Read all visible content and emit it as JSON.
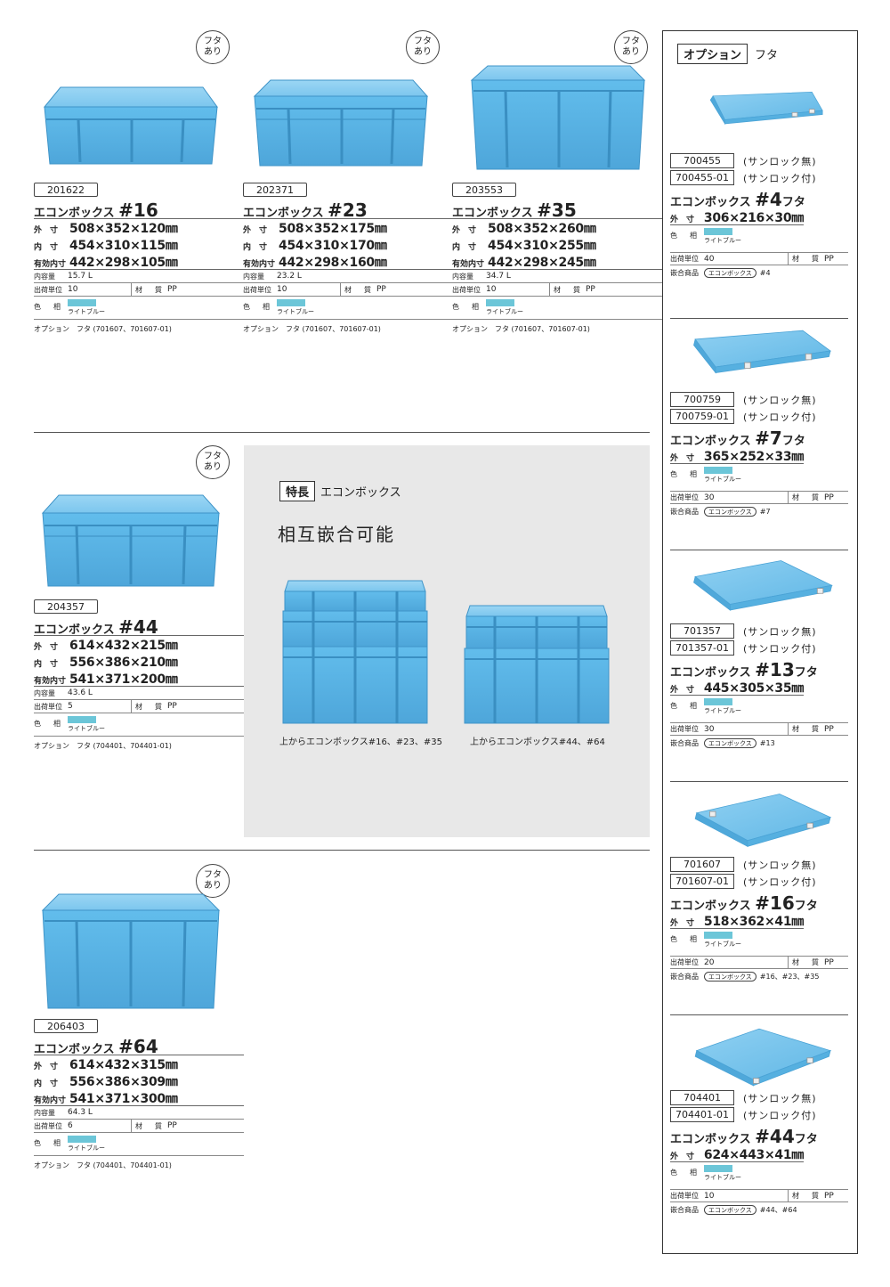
{
  "badge_text": [
    "フタ",
    "あり"
  ],
  "labels": {
    "outer": "外　寸",
    "inner": "内　寸",
    "effective": "有効内寸",
    "capacity": "内容量",
    "shipping": "出荷単位",
    "material": "材　質",
    "color": "色　相",
    "option": "オプション",
    "compat": "嵌合商品",
    "compat_pill": "エコンボックス"
  },
  "color_name": "ライトブルー",
  "accent_color": "#6cc6d8",
  "box_color": "#5ab4e6",
  "products": [
    {
      "code": "201622",
      "name_prefix": "エコンボックス",
      "name_num": "#16",
      "outer": "508×352×120㎜",
      "inner": "454×310×115㎜",
      "effective": "442×298×105㎜",
      "capacity": "15.7 L",
      "shipping": "10",
      "material": "PP",
      "option": "フタ (701607、701607-01)"
    },
    {
      "code": "202371",
      "name_prefix": "エコンボックス",
      "name_num": "#23",
      "outer": "508×352×175㎜",
      "inner": "454×310×170㎜",
      "effective": "442×298×160㎜",
      "capacity": "23.2 L",
      "shipping": "10",
      "material": "PP",
      "option": "フタ (701607、701607-01)"
    },
    {
      "code": "203553",
      "name_prefix": "エコンボックス",
      "name_num": "#35",
      "outer": "508×352×260㎜",
      "inner": "454×310×255㎜",
      "effective": "442×298×245㎜",
      "capacity": "34.7 L",
      "shipping": "10",
      "material": "PP",
      "option": "フタ (701607、701607-01)"
    },
    {
      "code": "204357",
      "name_prefix": "エコンボックス",
      "name_num": "#44",
      "outer": "614×432×215㎜",
      "inner": "556×386×210㎜",
      "effective": "541×371×200㎜",
      "capacity": "43.6 L",
      "shipping": "5",
      "material": "PP",
      "option": "フタ (704401、704401-01)"
    },
    {
      "code": "206403",
      "name_prefix": "エコンボックス",
      "name_num": "#64",
      "outer": "614×432×315㎜",
      "inner": "556×386×309㎜",
      "effective": "541×371×300㎜",
      "capacity": "64.3 L",
      "shipping": "6",
      "material": "PP",
      "option": "フタ (704401、704401-01)"
    }
  ],
  "feature": {
    "tag": "特長",
    "tag_text": "エコンボックス",
    "headline": "相互嵌合可能",
    "caption_left": "上からエコンボックス#16、#23、#35",
    "caption_right": "上からエコンボックス#44、#64"
  },
  "sidebar": {
    "tag": "オプション",
    "tag_text": "フタ",
    "lock_off": "(サンロック無)",
    "lock_on": "(サンロック付)",
    "lids": [
      {
        "code1": "700455",
        "code2": "700455-01",
        "name_prefix": "エコンボックス",
        "name_num": "#4",
        "name_suffix": "フタ",
        "outer": "306×216×30㎜",
        "shipping": "40",
        "material": "PP",
        "compat": "#4"
      },
      {
        "code1": "700759",
        "code2": "700759-01",
        "name_prefix": "エコンボックス",
        "name_num": "#7",
        "name_suffix": "フタ",
        "outer": "365×252×33㎜",
        "shipping": "30",
        "material": "PP",
        "compat": "#7"
      },
      {
        "code1": "701357",
        "code2": "701357-01",
        "name_prefix": "エコンボックス",
        "name_num": "#13",
        "name_suffix": "フタ",
        "outer": "445×305×35㎜",
        "shipping": "30",
        "material": "PP",
        "compat": "#13"
      },
      {
        "code1": "701607",
        "code2": "701607-01",
        "name_prefix": "エコンボックス",
        "name_num": "#16",
        "name_suffix": "フタ",
        "outer": "518×362×41㎜",
        "shipping": "20",
        "material": "PP",
        "compat": "#16、#23、#35"
      },
      {
        "code1": "704401",
        "code2": "704401-01",
        "name_prefix": "エコンボックス",
        "name_num": "#44",
        "name_suffix": "フタ",
        "outer": "624×443×41㎜",
        "shipping": "10",
        "material": "PP",
        "compat": "#44、#64"
      }
    ]
  }
}
